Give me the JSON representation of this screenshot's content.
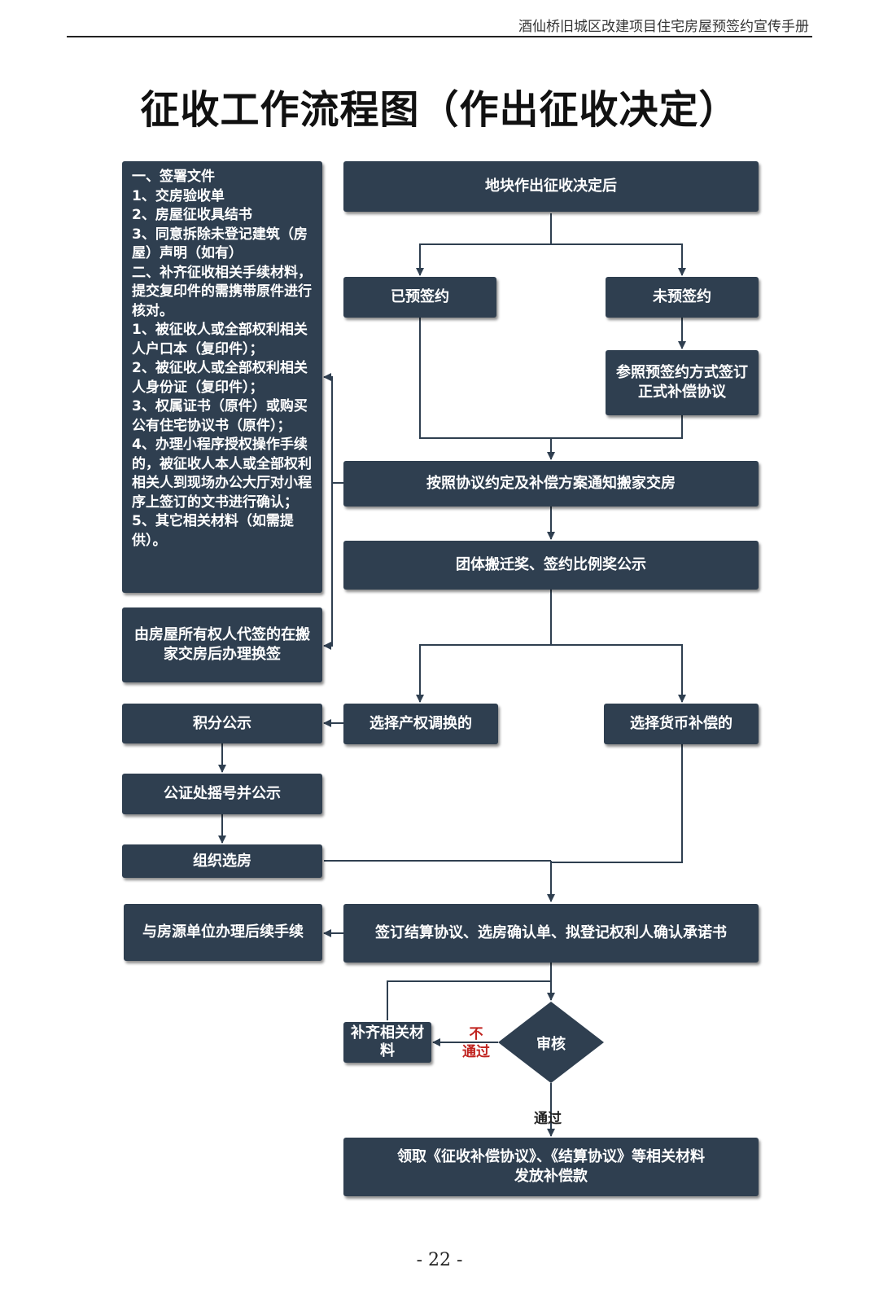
{
  "header": {
    "text": "酒仙桥旧城区改建项目住宅房屋预签约宣传手册"
  },
  "title": "征收工作流程图（作出征收决定）",
  "nodes": {
    "start": "地块作出征收决定后",
    "presigned": "已预签约",
    "not_presigned": "未预签约",
    "sign_formal": "参照预签约方式签订正式补偿协议",
    "notify_move": "按照协议约定及补偿方案通知搬家交房",
    "publicity": "团体搬迁奖、签约比例奖公示",
    "choose_property": "选择产权调换的",
    "choose_money": "选择货币补偿的",
    "points_public": "积分公示",
    "notary": "公证处摇号并公示",
    "select_house": "组织选房",
    "sign_settlement": "签订结算协议、选房确认单、拟登记权利人确认承诺书",
    "follow_up": "与房源单位办理后续手续",
    "review": "审核",
    "supplement": "补齐相关材料",
    "final": "领取《征收补偿协议》、《结算协议》等相关材料\n发放补偿款",
    "proxy_sign": "由房屋所有权人代签的在搬家交房后办理换签",
    "doc_list": "一、签署文件\n1、交房验收单\n2、房屋征收具结书\n3、同意拆除未登记建筑（房屋）声明（如有）\n二、补齐征收相关手续材料，提交复印件的需携带原件进行核对。\n1、被征收人或全部权利相关人户口本（复印件）；\n2、被征收人或全部权利相关人身份证（复印件）；\n3、权属证书（原件）或购买公有住宅协议书（原件）；\n4、办理小程序授权操作手续的，被征收人本人或全部权利相关人到现场办公大厅对小程序上签订的文书进行确认；\n5、其它相关材料（如需提供）。"
  },
  "edges": {
    "not_pass": "不\n通过",
    "pass": "通过"
  },
  "page_number": "- 22 -",
  "colors": {
    "box": "#2f3f50",
    "line": "#2f3f50",
    "reject": "#c0231f"
  }
}
